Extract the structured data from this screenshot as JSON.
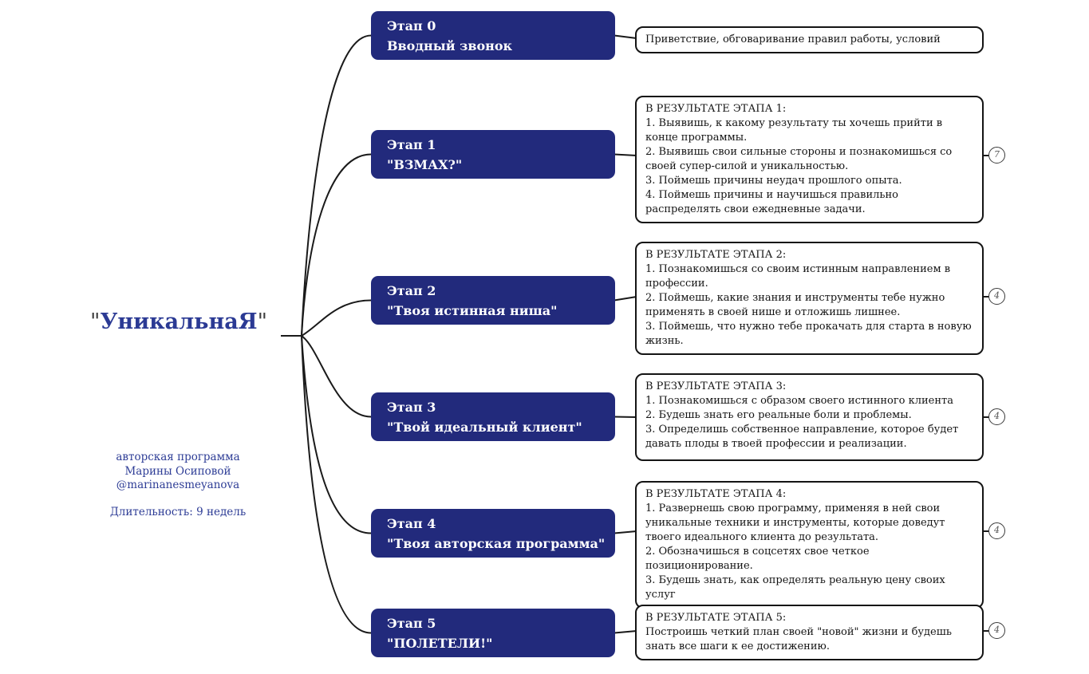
{
  "root": {
    "quote": "\"",
    "word": "УникальнаЯ"
  },
  "note": {
    "line1": "авторская программа",
    "line2": "Марины Осиповой",
    "line3": "@marinanesmeyanova",
    "duration": "Длительность: 9 недель"
  },
  "colors": {
    "stage_node_bg": "#222a7c",
    "stage_node_text": "#ffffff",
    "root_text": "#2b3a94",
    "note_text": "#2e3d96",
    "connector": "#1a1a1a",
    "result_border": "#141414"
  },
  "stages": [
    {
      "label": "Этап 0",
      "name": "Вводный звонок",
      "result_header": "",
      "items": [
        "Приветствие, обговаривание правил работы, условий"
      ],
      "badge": ""
    },
    {
      "label": "Этап 1",
      "name": "\"ВЗМАХ?\"",
      "result_header": "В РЕЗУЛЬТАТЕ ЭТАПА 1:",
      "items": [
        "1. Выявишь, к какому результату ты хочешь прийти в конце программы.",
        "2. Выявишь свои сильные стороны и познакомишься со своей супер-силой и уникальностью.",
        "3. Поймешь причины неудач прошлого опыта.",
        "4. Поймешь причины и научишься правильно распределять свои ежедневные задачи."
      ],
      "badge": "7"
    },
    {
      "label": "Этап 2",
      "name": "\"Твоя истинная ниша\"",
      "result_header": "В РЕЗУЛЬТАТЕ ЭТАПА 2:",
      "items": [
        "1. Познакомишься со своим истинным направлением в профессии.",
        "2. Поймешь, какие знания и инструменты тебе нужно применять в своей нише и отложишь лишнее.",
        "3. Поймешь, что нужно тебе прокачать для старта в новую жизнь."
      ],
      "badge": "4"
    },
    {
      "label": "Этап 3",
      "name": "\"Твой идеальный клиент\"",
      "result_header": "В РЕЗУЛЬТАТЕ ЭТАПА 3:",
      "items": [
        "1. Познакомишься с образом своего истинного клиента",
        "2. Будешь знать его реальные боли и проблемы.",
        "3. Определишь собственное направление, которое будет давать плоды в твоей профессии и реализации."
      ],
      "badge": "4"
    },
    {
      "label": "Этап 4",
      "name": "\"Твоя авторская программа\"",
      "result_header": "В РЕЗУЛЬТАТЕ ЭТАПА 4:",
      "items": [
        "1. Развернешь свою программу, применяя в ней свои уникальные техники и инструменты, которые доведут твоего идеального клиента до результата.",
        "2. Обозначишься в соцсетях свое четкое позиционирование.",
        "3. Будешь знать, как определять реальную цену своих услуг"
      ],
      "badge": "4"
    },
    {
      "label": "Этап 5",
      "name": "\"ПОЛЕТЕЛИ!\"",
      "result_header": "В РЕЗУЛЬТАТЕ ЭТАПА 5:",
      "items": [
        "Построишь четкий план своей \"новой\" жизни и будешь знать все шаги к ее достижению."
      ],
      "badge": "4"
    }
  ]
}
